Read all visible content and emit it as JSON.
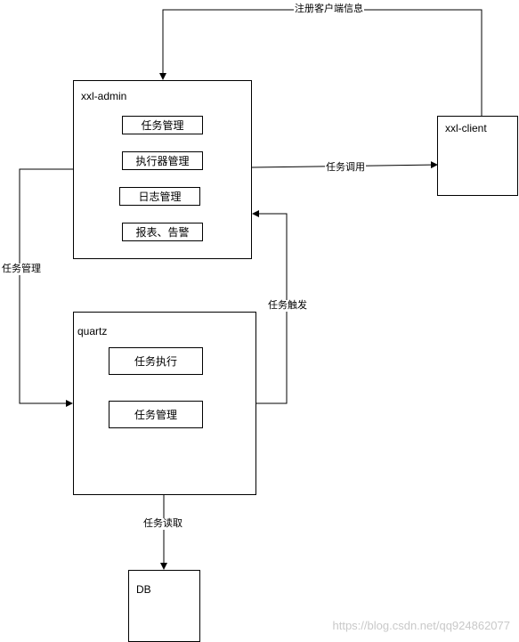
{
  "nodes": {
    "admin": {
      "title": "xxl-admin",
      "items": [
        "任务管理",
        "执行器管理",
        "日志管理",
        "报表、告警"
      ]
    },
    "client": {
      "title": "xxl-client"
    },
    "quartz": {
      "title": "quartz",
      "items": [
        "任务执行",
        "任务管理"
      ]
    },
    "db": {
      "title": "DB"
    }
  },
  "edges": {
    "register": "注册客户端信息",
    "invoke": "任务调用",
    "manage": "任务管理",
    "trigger": "任务触发",
    "read": "任务读取"
  },
  "watermark": "https://blog.csdn.net/qq924862077",
  "colors": {
    "stroke": "#000000",
    "background": "#ffffff",
    "watermark": "#c9c9c9"
  }
}
